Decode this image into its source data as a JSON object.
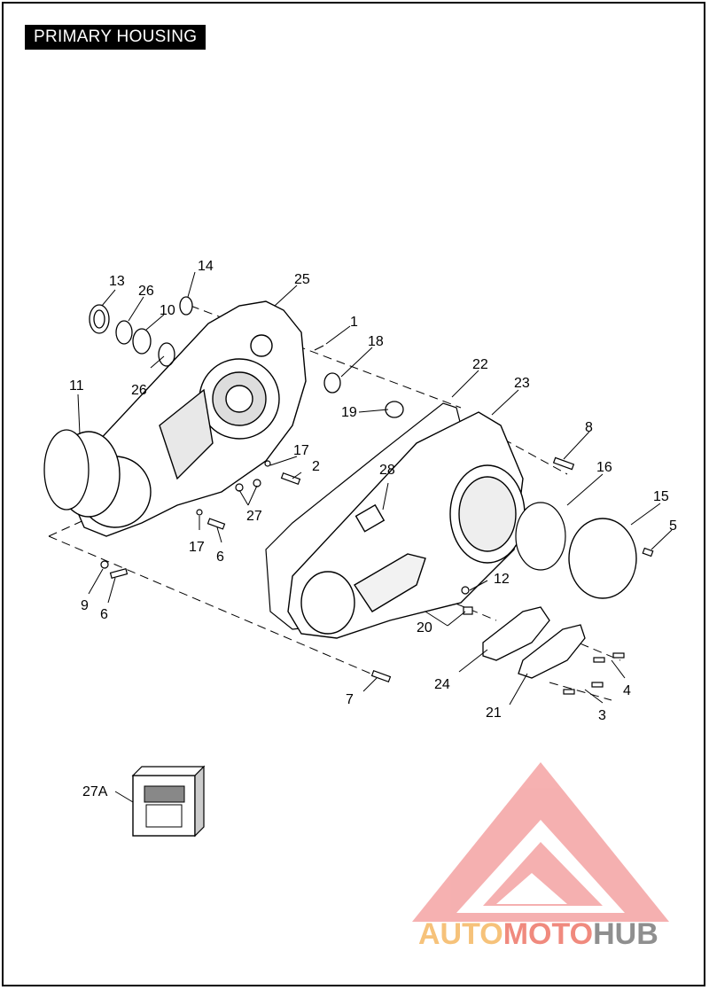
{
  "header": {
    "title": "PRIMARY HOUSING"
  },
  "callouts": [
    "1",
    "2",
    "3",
    "4",
    "5",
    "6",
    "6",
    "7",
    "8",
    "9",
    "10",
    "11",
    "12",
    "13",
    "14",
    "15",
    "16",
    "17",
    "17",
    "18",
    "19",
    "20",
    "21",
    "22",
    "23",
    "24",
    "25",
    "26",
    "26",
    "27",
    "27A",
    "28"
  ],
  "watermark": {
    "part1": "AUTO",
    "part2": "MOTO",
    "part3": "HUB",
    "logo_color": "#f08a8a"
  }
}
